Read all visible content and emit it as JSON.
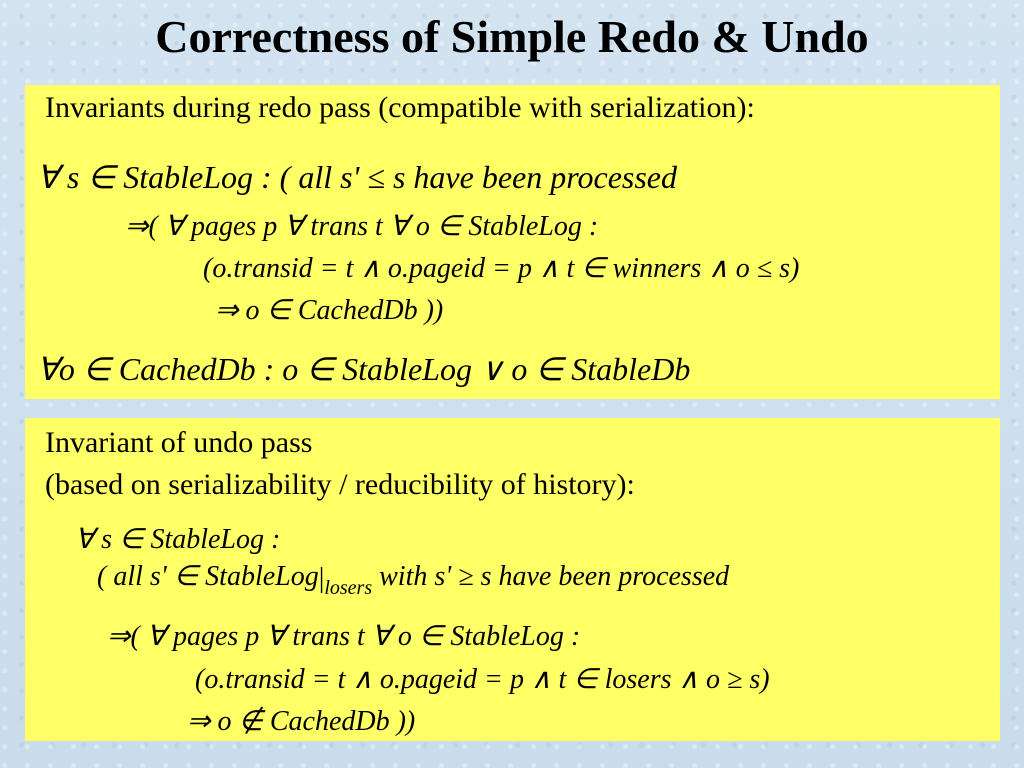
{
  "title": "Correctness of Simple Redo & Undo",
  "redo": {
    "heading": "Invariants during redo pass (compatible with serialization):",
    "line1": "∀ s ∈ StableLog : ( all s' ≤ s have been processed",
    "line2": "⇒( ∀ pages p ∀ trans t ∀ o ∈ StableLog :",
    "line3": "(o.transid = t ∧ o.pageid = p ∧ t ∈ winners ∧ o ≤ s)",
    "line4": "⇒ o ∈ CachedDb ))",
    "line5": "∀o ∈ CachedDb : o ∈ StableLog ∨ o ∈ StableDb"
  },
  "undo": {
    "heading1": "Invariant of undo pass",
    "heading2": "(based on serializability / reducibility of history):",
    "line1": "∀ s ∈ StableLog :",
    "line2_pre": "( all s' ∈ StableLog",
    "line2_bar": "|",
    "line2_sub": "losers",
    "line2_post": " with s' ≥ s have been processed",
    "line3": "⇒( ∀ pages p ∀ trans t ∀ o ∈ StableLog :",
    "line4": "(o.transid = t ∧ o.pageid = p ∧ t ∈ losers ∧ o ≥ s)",
    "line5": "⇒ o ∉ CachedDb ))"
  }
}
